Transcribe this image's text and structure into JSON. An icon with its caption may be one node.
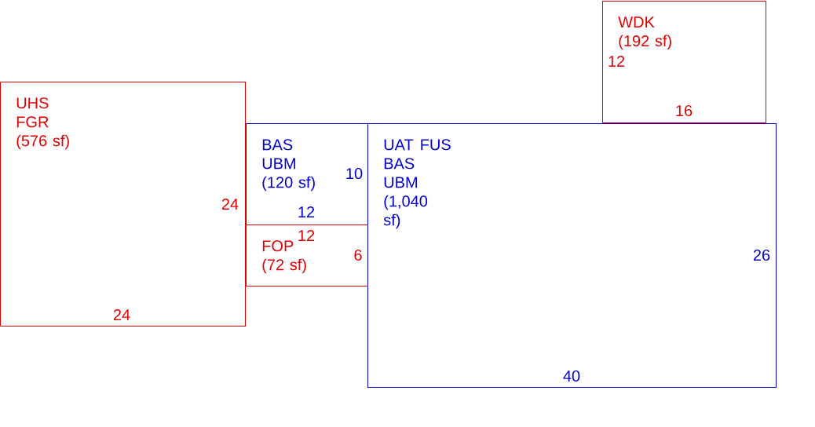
{
  "diagram": {
    "nodes": [
      {
        "text": [
          "WDK (192 sf)",
          "12",
          "16"
        ]
      },
      {
        "text": [
          "UHS FGR (576 sf)",
          "24",
          "24"
        ]
      },
      {
        "text": [
          "BAS UBM (120 sf)",
          "10",
          "12"
        ]
      },
      {
        "text": [
          "FOP (72 sf)",
          "12",
          "6"
        ]
      },
      {
        "text": [
          "UAT FUS BAS UBM (1,040 sf)",
          "26",
          "40"
        ]
      }
    ]
  }
}
